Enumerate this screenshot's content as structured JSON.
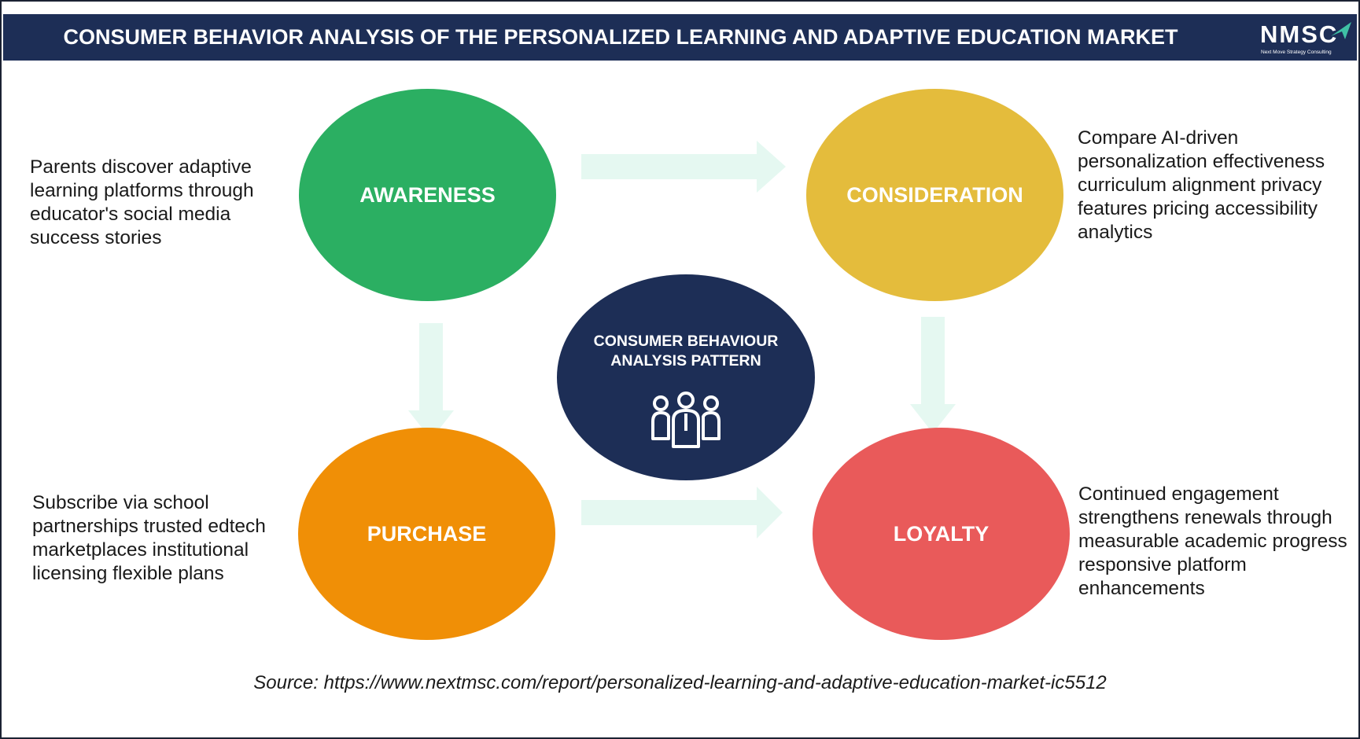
{
  "header": {
    "title": "CONSUMER BEHAVIOR ANALYSIS OF THE PERSONALIZED LEARNING AND ADAPTIVE EDUCATION MARKET",
    "logo_text": "NMSC",
    "logo_tagline": "Next Move Strategy Consulting"
  },
  "center": {
    "title_line1": "CONSUMER BEHAVIOUR",
    "title_line2": "ANALYSIS PATTERN",
    "icon": "people-group-icon"
  },
  "stages": {
    "awareness": {
      "label": "AWARENESS",
      "color": "#2baf62",
      "description": "Parents discover adaptive learning platforms through educator's social media success stories"
    },
    "consideration": {
      "label": "CONSIDERATION",
      "color": "#e4bc3c",
      "description": "Compare AI-driven personalization effectiveness curriculum alignment privacy features pricing accessibility analytics"
    },
    "purchase": {
      "label": "PURCHASE",
      "color": "#f08f06",
      "description": "Subscribe via school partnerships trusted edtech marketplaces institutional licensing flexible plans"
    },
    "loyalty": {
      "label": "LOYALTY",
      "color": "#e95a5a",
      "description": "Continued engagement strengthens renewals through measurable academic progress responsive platform enhancements"
    }
  },
  "colors": {
    "header_bg": "#1d2e56",
    "arrow": "#e5f8f1",
    "logo_accent": "#3fc1a5"
  },
  "source": "Source: https://www.nextmsc.com/report/personalized-learning-and-adaptive-education-market-ic5512"
}
